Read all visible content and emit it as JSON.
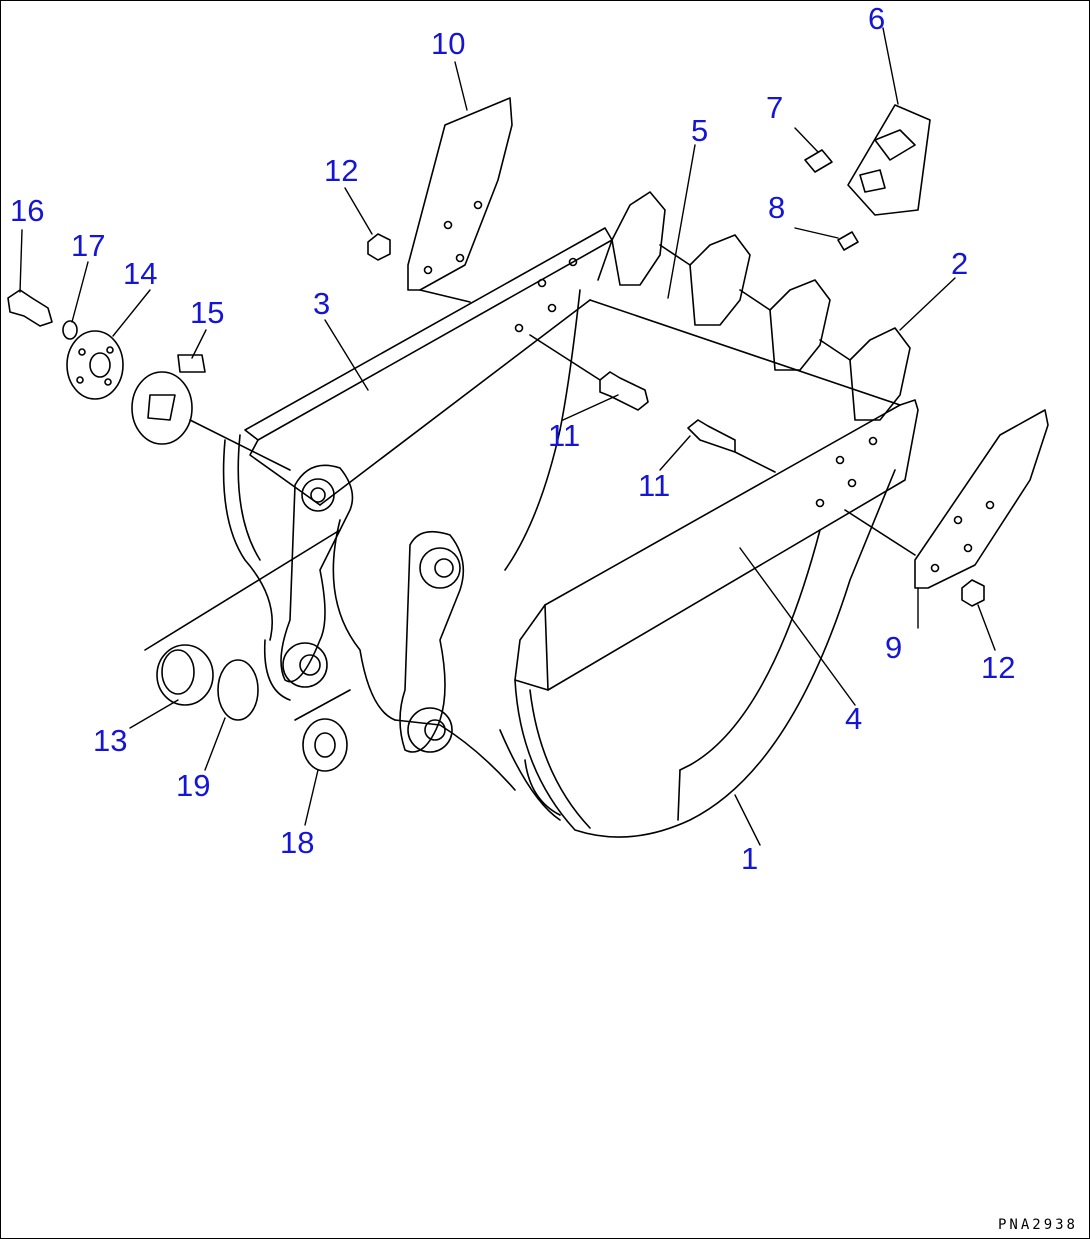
{
  "document_id": "PNA2938",
  "colors": {
    "callout": "#1515d6",
    "line": "#000000",
    "background": "#ffffff"
  },
  "callouts": [
    {
      "id": "c1",
      "text": "1"
    },
    {
      "id": "c2",
      "text": "2"
    },
    {
      "id": "c3",
      "text": "3"
    },
    {
      "id": "c4",
      "text": "4"
    },
    {
      "id": "c5",
      "text": "5"
    },
    {
      "id": "c6",
      "text": "6"
    },
    {
      "id": "c7",
      "text": "7"
    },
    {
      "id": "c8",
      "text": "8"
    },
    {
      "id": "c9",
      "text": "9"
    },
    {
      "id": "c10",
      "text": "10"
    },
    {
      "id": "c11a",
      "text": "11"
    },
    {
      "id": "c11b",
      "text": "11"
    },
    {
      "id": "c12a",
      "text": "12"
    },
    {
      "id": "c12b",
      "text": "12"
    },
    {
      "id": "c13",
      "text": "13"
    },
    {
      "id": "c14",
      "text": "14"
    },
    {
      "id": "c15",
      "text": "15"
    },
    {
      "id": "c16",
      "text": "16"
    },
    {
      "id": "c17",
      "text": "17"
    },
    {
      "id": "c18",
      "text": "18"
    },
    {
      "id": "c19",
      "text": "19"
    }
  ]
}
